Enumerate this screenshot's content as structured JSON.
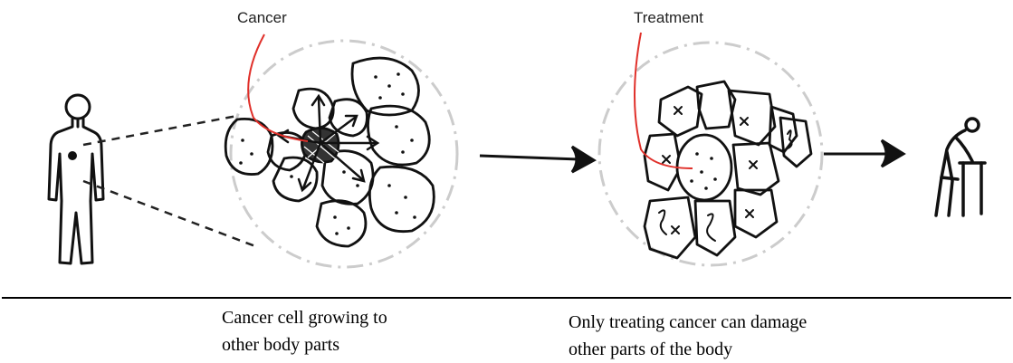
{
  "labels": {
    "cancer": "Cancer",
    "treatment": "Treatment"
  },
  "captions": {
    "left": [
      "Cancer cell growing to",
      "other body parts"
    ],
    "right": [
      "Only treating cancer can damage",
      "other parts of the body"
    ]
  },
  "colors": {
    "ink": "#111111",
    "pointer": "#e0302a",
    "dashed_circle": "#cccccc",
    "rule": "#000000"
  },
  "icons": {
    "person": "standing-person-icon",
    "elderly": "elderly-person-with-walker-icon"
  }
}
